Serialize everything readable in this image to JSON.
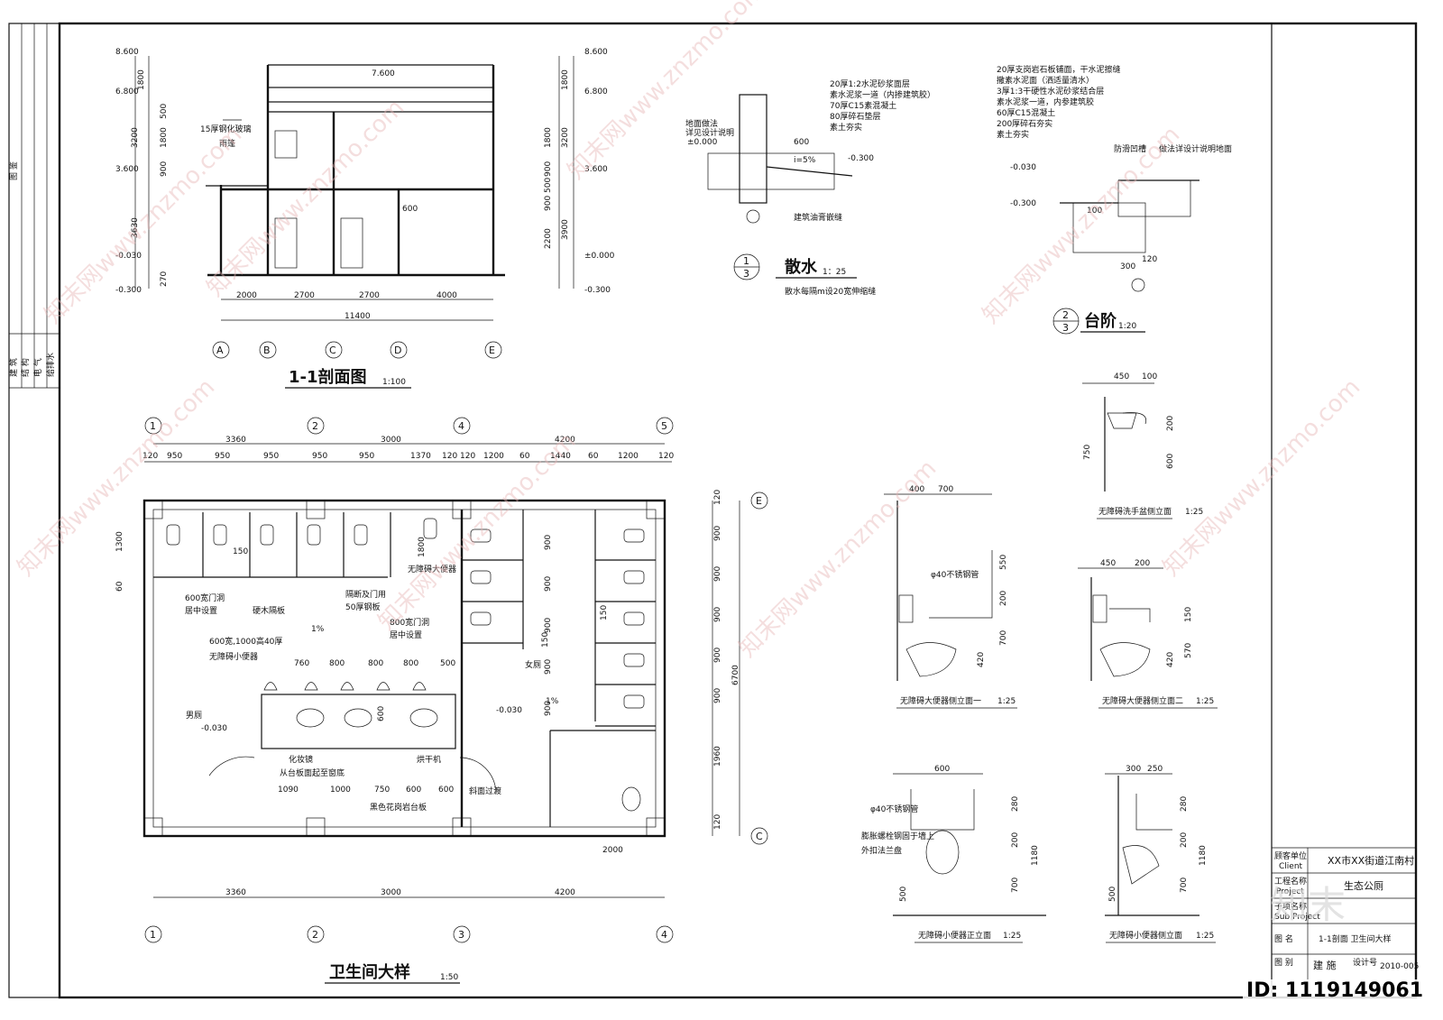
{
  "section": {
    "title": "1-1剖面图",
    "scale": "1:100",
    "elev_left": [
      "8.600",
      "6.800",
      "3.600",
      "-0.030",
      "-0.300"
    ],
    "elev_right": [
      "8.600",
      "6.800",
      "3.600",
      "±0.000",
      "-0.300"
    ],
    "left_dims": [
      "1800",
      "500",
      "3200",
      "1800",
      "900",
      "3630",
      "270"
    ],
    "right_dims": [
      "1800",
      "3200",
      "1800",
      "900",
      "500",
      "900",
      "2200",
      "3900"
    ],
    "top_dim": "7.600",
    "bottom_dims": [
      "2000",
      "2700",
      "2700",
      "4000"
    ],
    "total_dim": "11400",
    "axes": [
      "A",
      "B",
      "C",
      "D",
      "E"
    ],
    "note1": "15厚钢化玻璃",
    "note2": "雨篷",
    "window_dim": "600"
  },
  "apron": {
    "title": "散水",
    "scale": "1：25",
    "num_top": "1",
    "num_bottom": "3",
    "note": "散水每隔m设20宽伸缩缝",
    "layers": [
      "20厚1:2水泥砂浆面层",
      "素水泥浆一道（内掺建筑胶）",
      "70厚C15素混凝土",
      "80厚碎石垫层",
      "素土夯实"
    ],
    "labels": [
      "地面做法",
      "详见设计说明",
      "±0.000",
      "600",
      "i=5%",
      "-0.300",
      "建筑油膏嵌缝"
    ]
  },
  "steps": {
    "title": "台阶",
    "scale": "1:20",
    "num_top": "2",
    "num_bottom": "3",
    "layers": [
      "20厚支岗岩石板铺面，干水泥擦缝",
      "撒素水泥面（洒适量清水）",
      "3厚1:3干硬性水泥砂浆结合层",
      "素水泥浆一道，内参建筑胶",
      "60厚C15混凝土",
      "200厚碎石夯实",
      "素土夯实"
    ],
    "labels": [
      "-0.030",
      "-0.300",
      "防滑凹槽",
      "做法详设计说明地面",
      "300",
      "120",
      "100"
    ]
  },
  "plan": {
    "title": "卫生间大样",
    "scale": "1:50",
    "axes_top": [
      "1",
      "2",
      "4",
      "5"
    ],
    "axes_bottom": [
      "1",
      "2",
      "3",
      "4"
    ],
    "axes_right": [
      "E",
      "C"
    ],
    "top_dims_1": [
      "3360",
      "3000",
      "4200"
    ],
    "top_dims_2": [
      "120",
      "950",
      "950",
      "950",
      "950",
      "950",
      "1370",
      "120",
      "120",
      "1200",
      "60",
      "1440",
      "60",
      "1200",
      "120"
    ],
    "bottom_dims": [
      "3360",
      "3000",
      "4200"
    ],
    "right_dims": [
      "120",
      "900",
      "900",
      "900",
      "900",
      "900",
      "1960",
      "120"
    ],
    "right_total": "6700",
    "left_dims": [
      "1300",
      "60"
    ],
    "urinal_dims": [
      "760",
      "800",
      "800",
      "800",
      "500"
    ],
    "lav_dims": [
      "1090",
      "1000",
      "750",
      "600",
      "600"
    ],
    "stall_dims_right": [
      "900",
      "900",
      "900",
      "900",
      "900"
    ],
    "small_dims": [
      "150",
      "1800",
      "600",
      "150",
      "150",
      "2000"
    ],
    "notes": [
      "600宽门洞",
      "居中设置",
      "硬木隔板",
      "600宽,1000高40厚",
      "无障碍小便器",
      "隔断及门用",
      "50厚钢板",
      "800宽门洞",
      "居中设置",
      "无障碍大便器",
      "男厕",
      "-0.030",
      "化妆镜",
      "从台板面起至窗底",
      "烘干机",
      "黑色花岗岩台板",
      "斜面过渡",
      "女厕",
      "-0.030",
      "1%",
      "1%"
    ]
  },
  "elevations": {
    "basin": {
      "title": "无障碍洗手盆侧立面",
      "scale": "1:25",
      "dims": [
        "450",
        "100",
        "200",
        "750",
        "600"
      ]
    },
    "wc1": {
      "title": "无障碍大便器侧立面一",
      "scale": "1:25",
      "dims": [
        "400",
        "700",
        "550",
        "200",
        "700",
        "420"
      ],
      "note": "φ40不锈钢管"
    },
    "wc2": {
      "title": "无障碍大便器侧立面二",
      "scale": "1:25",
      "dims": [
        "450",
        "200",
        "150",
        "420",
        "570"
      ]
    },
    "ur1": {
      "title": "无障碍小便器正立面",
      "scale": "1:25",
      "dims": [
        "600",
        "280",
        "200",
        "700",
        "500",
        "1180"
      ],
      "notes": [
        "φ40不锈钢管",
        "膨胀螺栓钢固于墙上",
        "外扣法兰盘"
      ]
    },
    "ur2": {
      "title": "无障碍小便器侧立面",
      "scale": "1:25",
      "dims": [
        "300",
        "250",
        "280",
        "200",
        "700",
        "500",
        "1180"
      ]
    }
  },
  "sidebar": {
    "tag": "图 鉴",
    "disciplines": [
      "建 筑",
      "结 构",
      "电 气",
      "给排水"
    ]
  },
  "titleblock": {
    "client_label": "顾客单位",
    "client_label_en": "Client",
    "client": "XX市XX街道江南村",
    "project_label": "工程名称",
    "project_label_en": "Project",
    "project": "生态公厕",
    "subproject_label": "子项名称",
    "subproject_label_en": "Sub Project",
    "drawing_name_label": "图 名",
    "drawing_name": "1-1剖面 卫生间大样",
    "category_label": "图 别",
    "category": "建 施",
    "design_no_label": "设计号",
    "design_no": "2010-005"
  },
  "watermarks": [
    "知末网www.znzmo.com",
    "知末网www.znzmo.com",
    "知末网www.znzmo.com",
    "知末网www.znzmo.com",
    "知末网www.znzmo.com",
    "知末网www.znzmo.com",
    "知末网www.znzmo.com",
    "知末网www.znzmo.com"
  ],
  "logo_text": "知末",
  "id_label": "ID: 1119149061"
}
